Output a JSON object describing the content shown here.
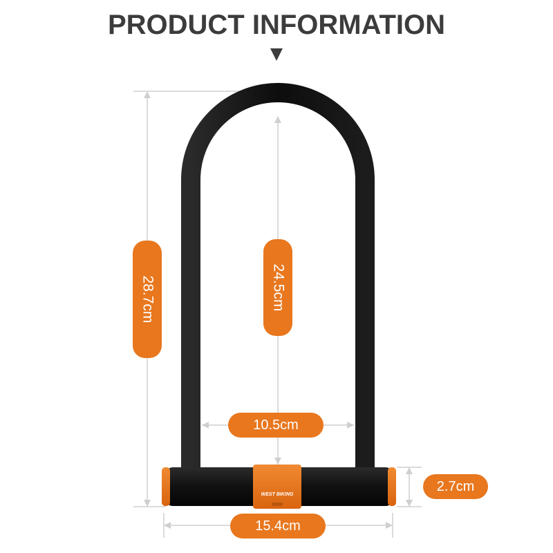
{
  "header": {
    "title": "PRODUCT INFORMATION"
  },
  "dimensions": {
    "total_height": "28.7cm",
    "inner_height": "24.5cm",
    "inner_width": "10.5cm",
    "total_width": "15.4cm",
    "bar_thickness": "2.7cm"
  },
  "lock": {
    "brand_label": "WEST BIKING"
  },
  "colors": {
    "accent": "#e8771e",
    "shackle": "#111111",
    "guide_line": "#cfcfcf",
    "title": "#3c3c3c"
  }
}
